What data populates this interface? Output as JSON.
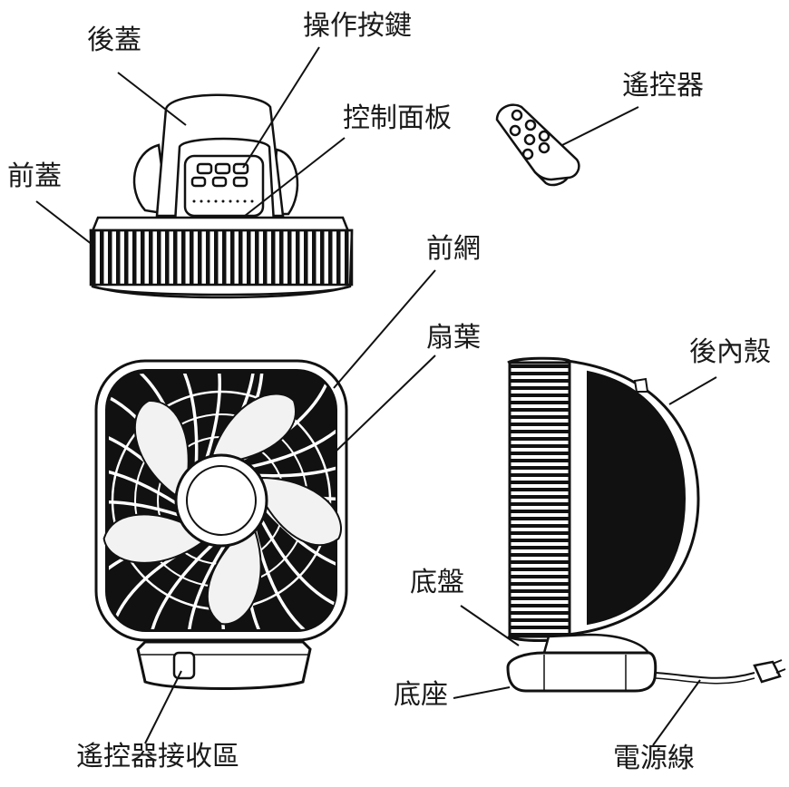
{
  "labels": {
    "back_cover": "後蓋",
    "control_buttons": "操作按鍵",
    "control_panel": "控制面板",
    "front_cover": "前蓋",
    "remote": "遙控器",
    "front_grille": "前網",
    "fan_blade": "扇葉",
    "back_shell": "後內殼",
    "base_plate": "底盤",
    "base": "底座",
    "remote_receiver": "遙控器接收區",
    "power_cord": "電源線"
  }
}
